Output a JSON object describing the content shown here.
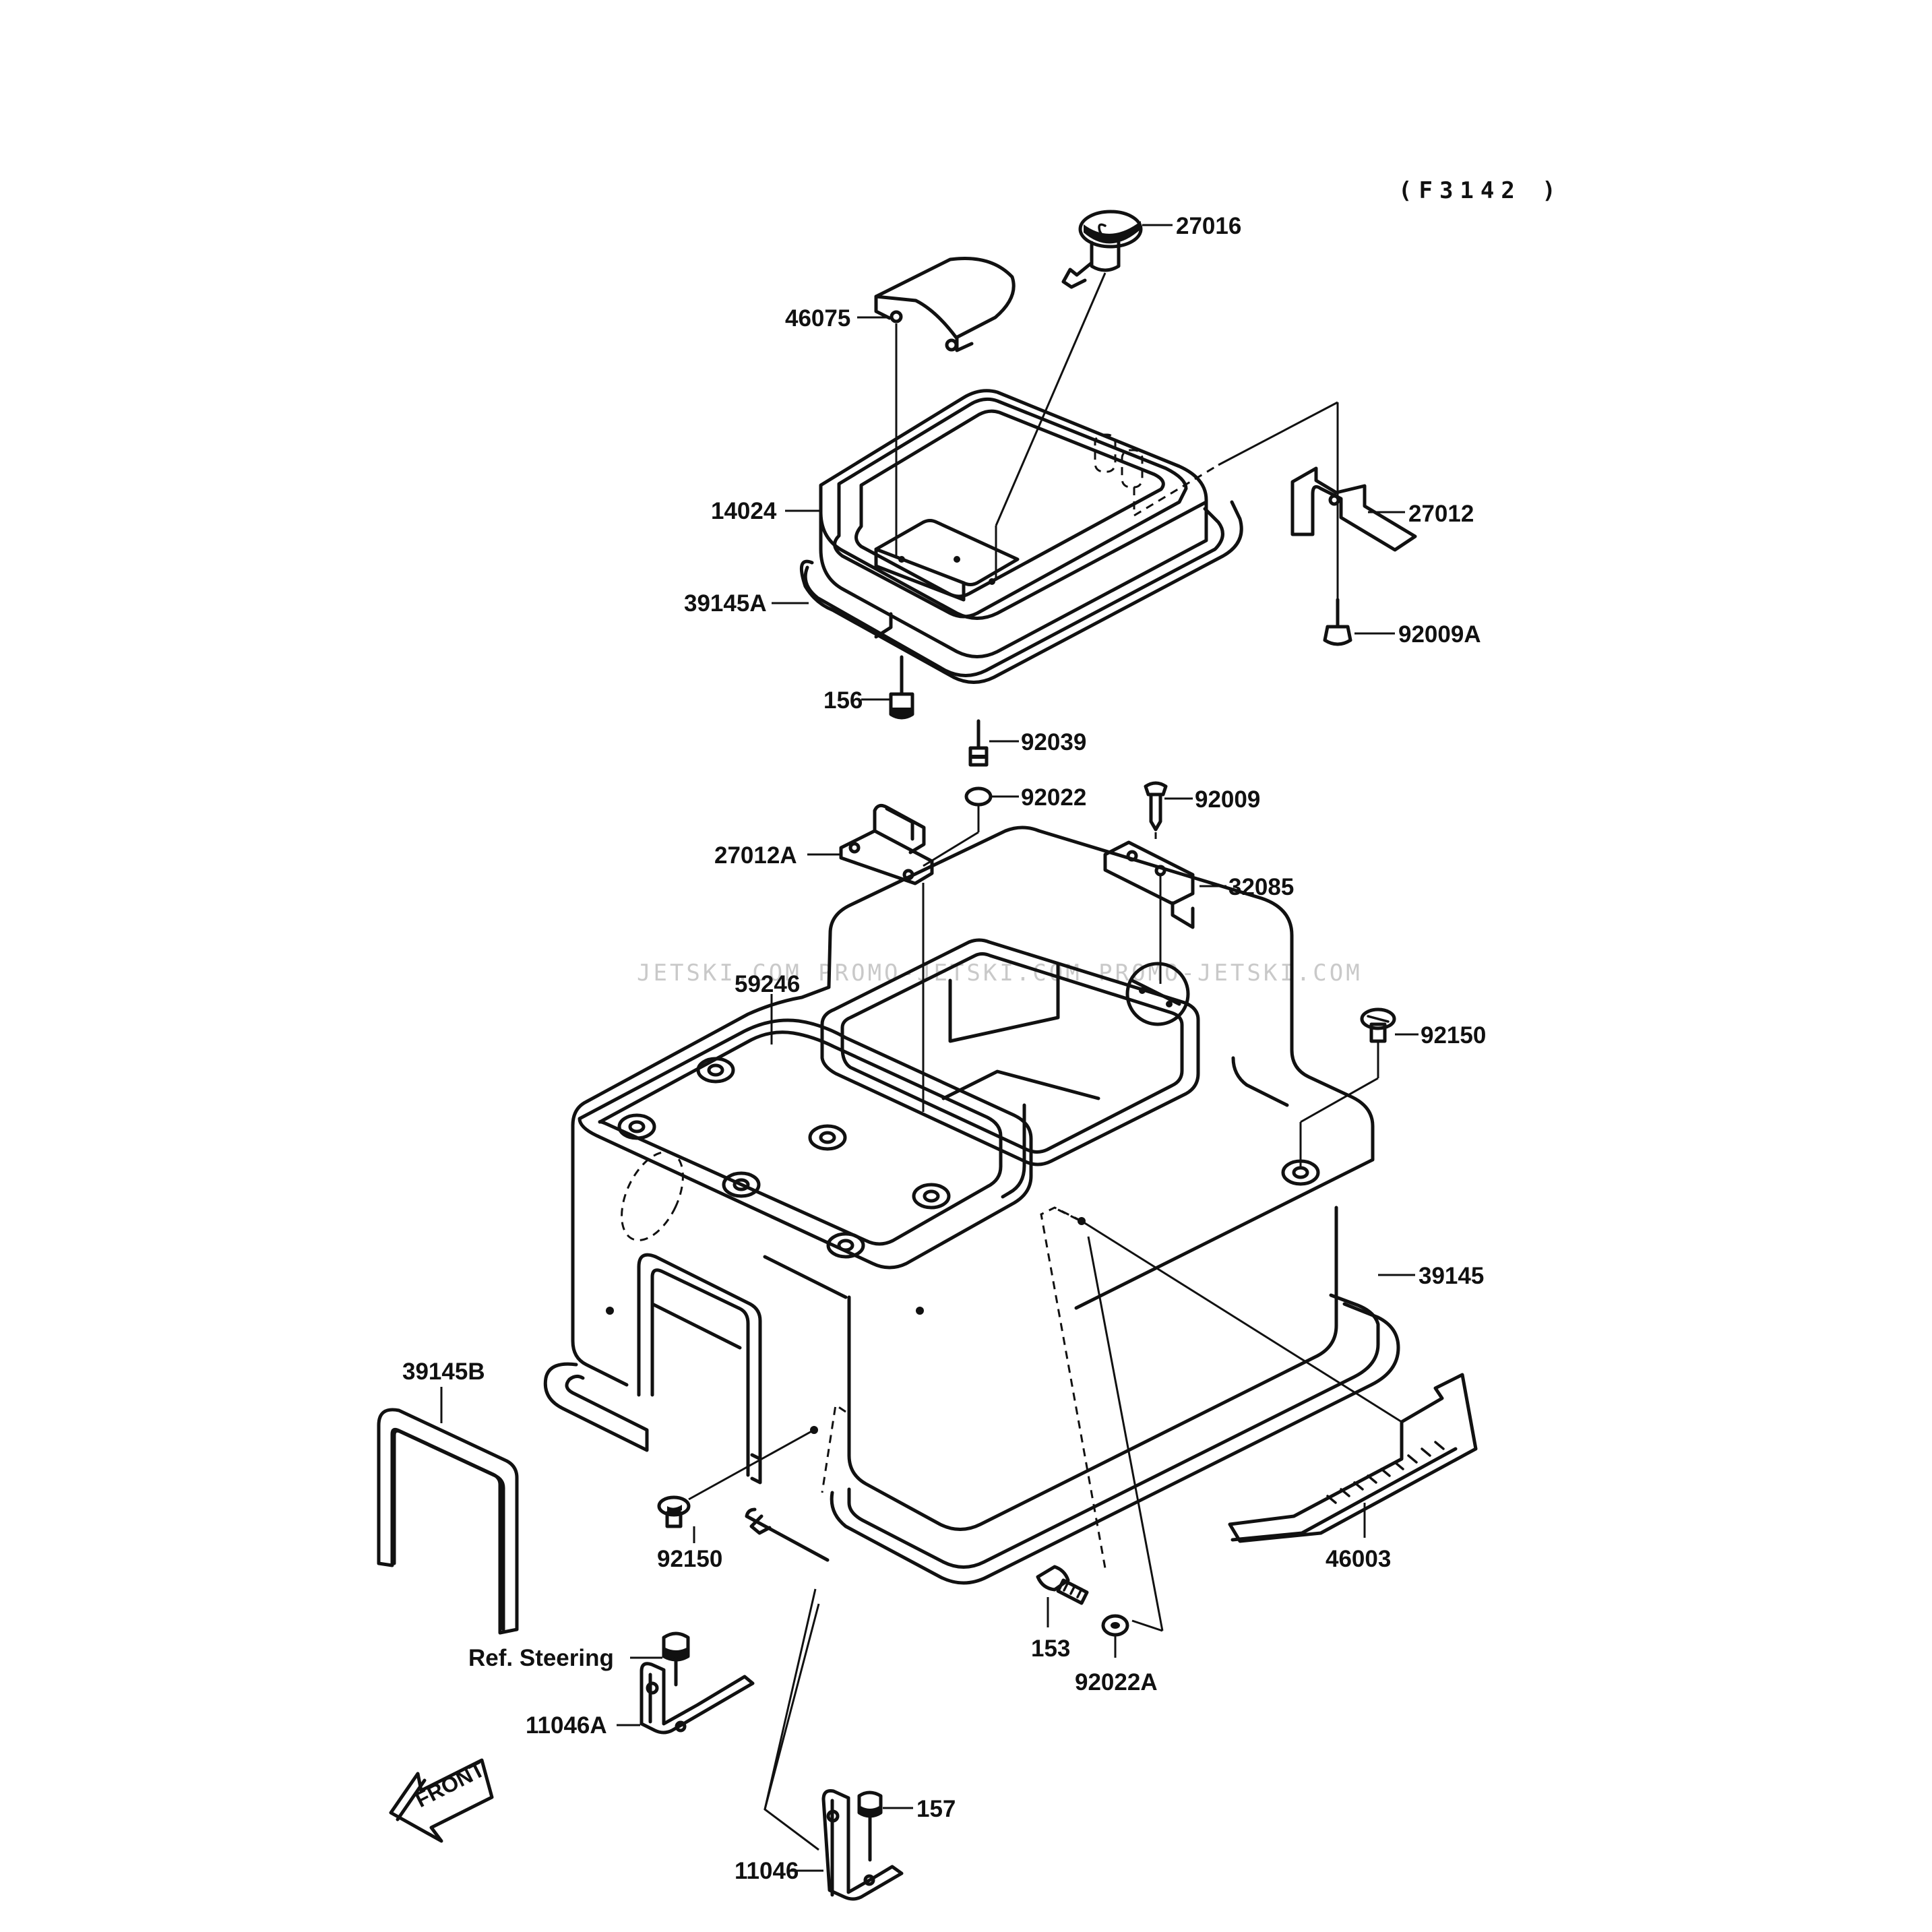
{
  "diagram_code": "(F3142 )",
  "watermark": "JETSKI.COM  PROMO-JETSKI.COM  PROMO-JETSKI.COM",
  "front_arrow_label": "FRONT",
  "reference_note": "Ref. Steering",
  "part_labels": {
    "p27016": "27016",
    "p46075": "46075",
    "p14024": "14024",
    "p27012": "27012",
    "p39145A": "39145A",
    "p92009A": "92009A",
    "p156": "156",
    "p92039": "92039",
    "p92022": "92022",
    "p92009": "92009",
    "p27012A": "27012A",
    "p32085": "32085",
    "p59246": "59246",
    "p92150a": "92150",
    "p39145": "39145",
    "p39145B": "39145B",
    "p92150b": "92150",
    "p46003": "46003",
    "p153": "153",
    "p92022A": "92022A",
    "p11046A": "11046A",
    "p157": "157",
    "p11046": "11046"
  }
}
